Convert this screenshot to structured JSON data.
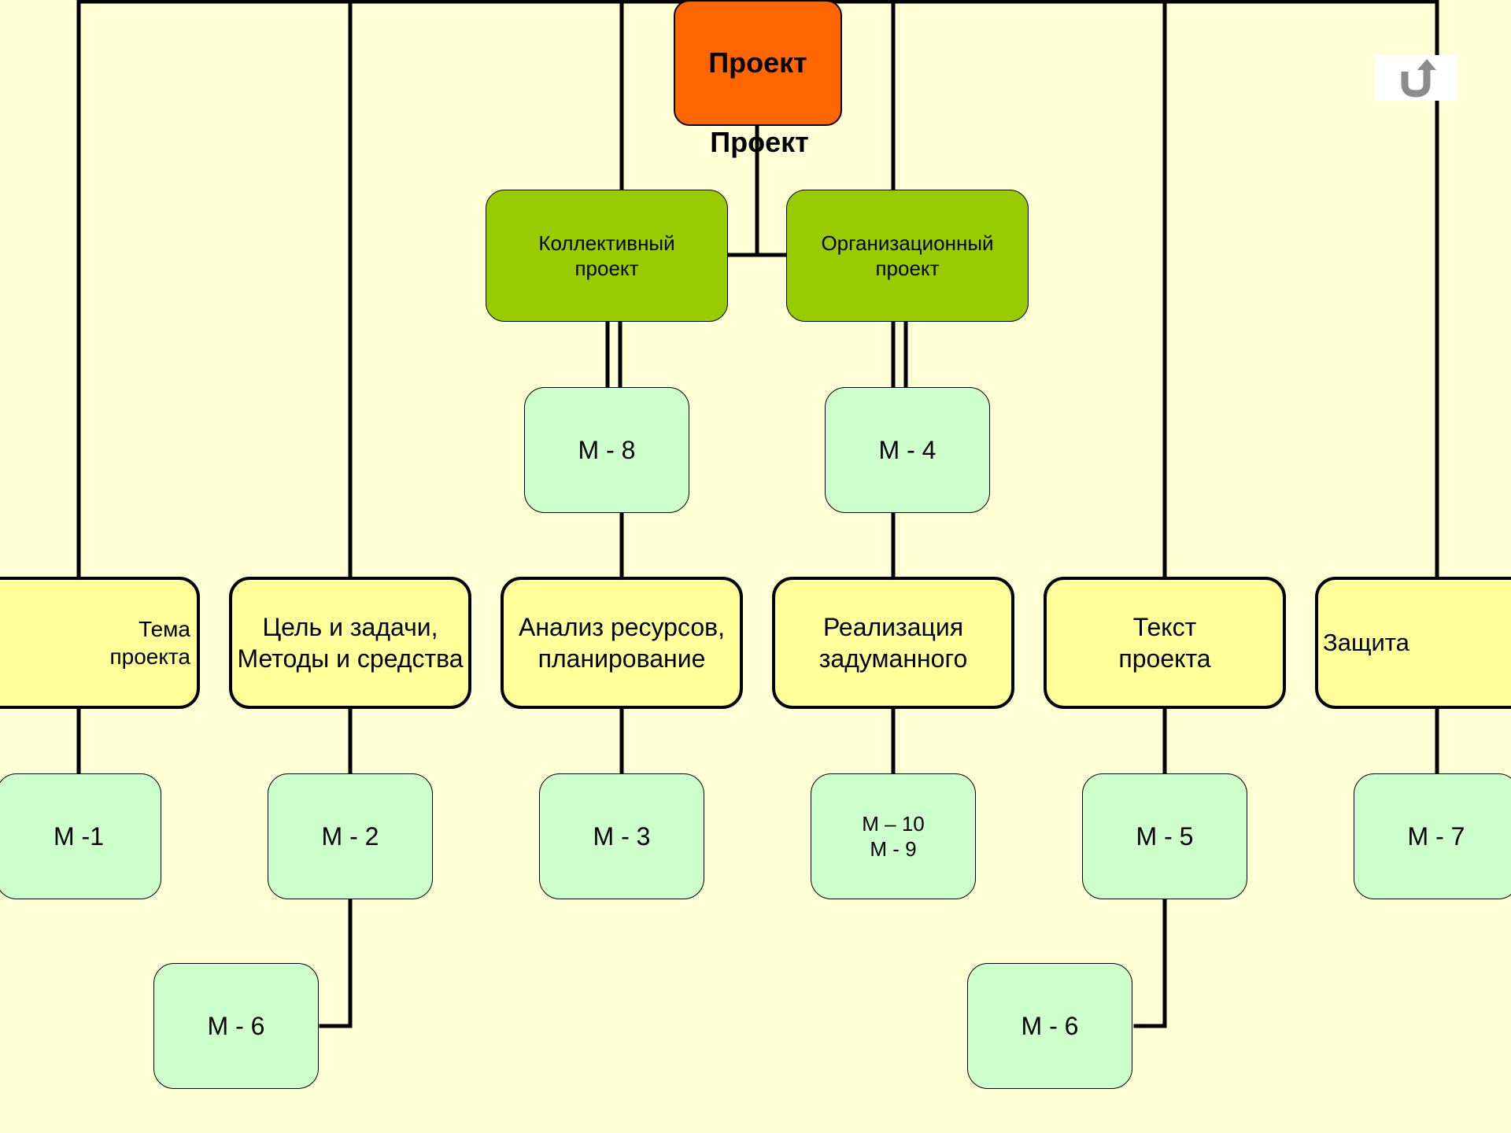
{
  "colors": {
    "background": "#ffffd5",
    "root": "#ff6600",
    "project_type": "#99cc00",
    "stage": "#ffff99",
    "module": "#ccffcc",
    "line": "#000000"
  },
  "diagram": {
    "root": {
      "label": "Проект",
      "caption": "Проект"
    },
    "project_types": [
      {
        "label": "Коллективный\nпроект"
      },
      {
        "label": "Организационный\nпроект"
      }
    ],
    "upper_modules": [
      {
        "label": "М - 8"
      },
      {
        "label": "М - 4"
      }
    ],
    "stages": [
      {
        "label": "Тема\nпроекта"
      },
      {
        "label": "Цель и задачи,\nМетоды и средства"
      },
      {
        "label": "Анализ ресурсов,\nпланирование"
      },
      {
        "label": "Реализация\nзадуманного"
      },
      {
        "label": "Текст\nпроекта"
      },
      {
        "label": "Защита"
      }
    ],
    "stage_modules": [
      {
        "label": "М -1"
      },
      {
        "label": "М - 2"
      },
      {
        "label": "М - 3"
      },
      {
        "label": "М – 10\nМ - 9"
      },
      {
        "label": "М - 5"
      },
      {
        "label": "М - 7"
      }
    ],
    "extra_modules": [
      {
        "label": "М - 6"
      },
      {
        "label": "М - 6"
      }
    ]
  },
  "nav": {
    "back_icon": "u-turn-arrow-icon"
  }
}
